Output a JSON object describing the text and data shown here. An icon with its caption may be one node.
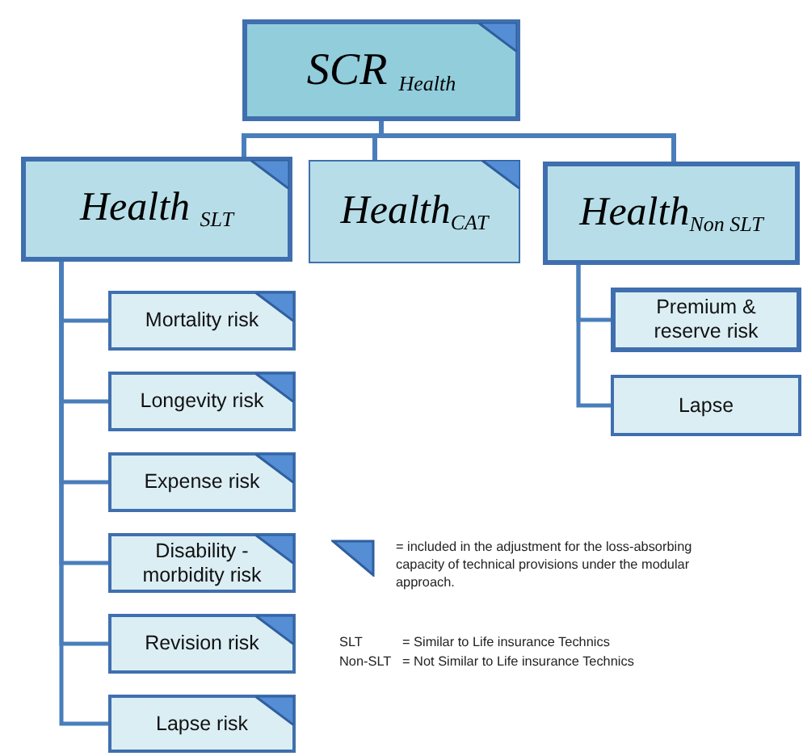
{
  "diagram": {
    "nodes": [
      {
        "text": [
          "SCR $_{Health}$"
        ]
      },
      {
        "text": [
          "Health $_{SLT}$"
        ]
      },
      {
        "text": [
          "Health$_{CAT}$"
        ]
      },
      {
        "text": [
          "Health$_{Non SLT}$"
        ]
      },
      {
        "text": [
          "Mortality risk"
        ]
      },
      {
        "text": [
          "Longevity risk"
        ]
      },
      {
        "text": [
          "Expense risk"
        ]
      },
      {
        "text": [
          "Disability - morbidity risk"
        ]
      },
      {
        "text": [
          "Revision risk"
        ]
      },
      {
        "text": [
          "Lapse risk"
        ]
      },
      {
        "text": [
          "Premium & reserve risk"
        ]
      },
      {
        "text": [
          "Lapse"
        ]
      }
    ],
    "edges": [
      {
        "from": 0,
        "to": 1,
        "arrow": "none"
      },
      {
        "from": 0,
        "to": 2,
        "arrow": "none"
      },
      {
        "from": 0,
        "to": 3,
        "arrow": "none"
      },
      {
        "from": 1,
        "to": 4,
        "arrow": "none"
      },
      {
        "from": 1,
        "to": 5,
        "arrow": "none"
      },
      {
        "from": 1,
        "to": 6,
        "arrow": "none"
      },
      {
        "from": 1,
        "to": 7,
        "arrow": "none"
      },
      {
        "from": 1,
        "to": 8,
        "arrow": "none"
      },
      {
        "from": 1,
        "to": 9,
        "arrow": "none"
      },
      {
        "from": 3,
        "to": 10,
        "arrow": "none"
      },
      {
        "from": 3,
        "to": 11,
        "arrow": "none"
      }
    ],
    "labels": [
      "SLT",
      "= Similar to Life insurance Technics",
      "Non-SLT",
      "= Not Similar to Life insurance Technics"
    ],
    "legend": [
      {
        "text": "= included in the adjustment for the loss-absorbing capacity of technical provisions under the modular approach."
      }
    ]
  }
}
